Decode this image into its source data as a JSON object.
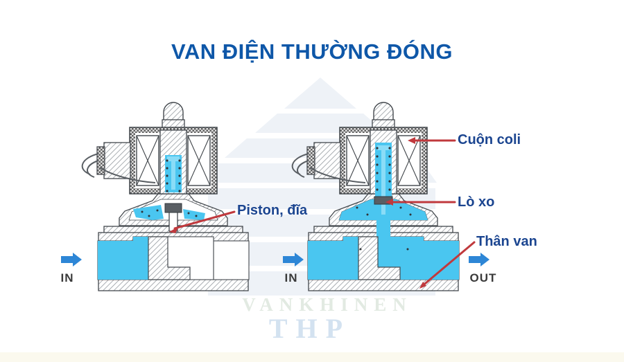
{
  "title": {
    "text": "VAN ĐIỆN THƯỜNG ĐÓNG"
  },
  "callouts": {
    "coil": {
      "label": "Cuộn coli"
    },
    "spring": {
      "label": "Lò xo"
    },
    "body": {
      "label": "Thân van"
    },
    "piston": {
      "label": "Piston, đĩa"
    }
  },
  "flow": {
    "left_in": "IN",
    "right_in": "IN",
    "right_out": "OUT"
  },
  "watermark": {
    "name": "VANKHINEN",
    "brand": "THP"
  },
  "colors": {
    "title_blue": "#0e57a8",
    "callout_navy": "#1b4590",
    "leader_red": "#c0393d",
    "fluid_blue": "#4ac6f0",
    "arrow_blue": "#2d86d6",
    "metal_line": "#43484d"
  }
}
